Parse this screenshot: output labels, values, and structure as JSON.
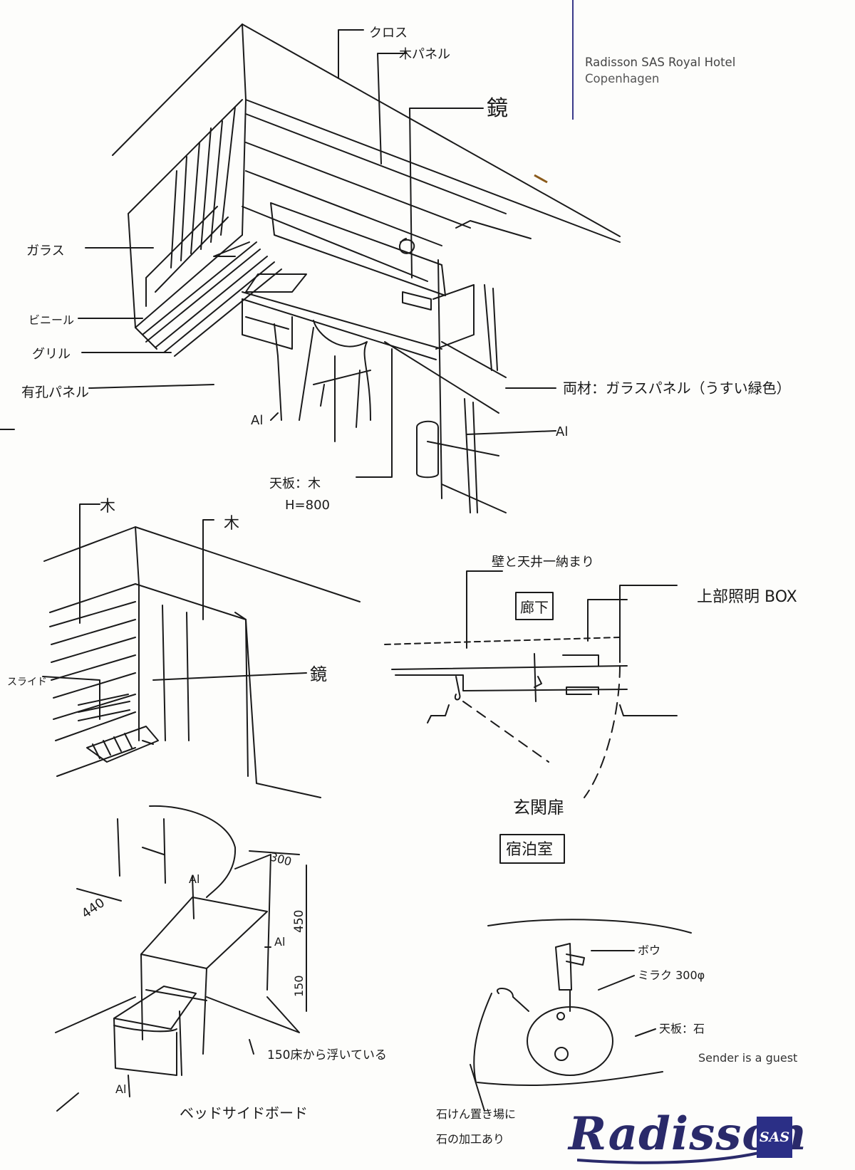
{
  "header": {
    "hotel_name": "Radisson SAS Royal Hotel",
    "city": "Copenhagen"
  },
  "sketch1": {
    "cloth": "クロス",
    "wood_panel": "木パネル",
    "mirror": "鏡",
    "glass": "ガラス",
    "vinyl": "ビニール",
    "grill": "グリル",
    "perforated_panel": "有孔パネル",
    "al_left": "Al",
    "side_glass": "両材：ガラスパネル（うすい緑色）",
    "al_right": "Al",
    "top_wood": "天板：木",
    "height": "H=800"
  },
  "sketch2": {
    "wood_a": "木",
    "wood_b": "木",
    "slide": "スライド",
    "mirror": "鏡"
  },
  "sketch3": {
    "wall_ceiling": "壁と天井一納まり",
    "corridor": "廊下",
    "upper_light": "上部照明 BOX",
    "entrance_door": "玄関扉",
    "guest_room": "宿泊室"
  },
  "sketch4": {
    "dim_width": "440",
    "dim_depth": "300",
    "dim_height": "450",
    "dim_gap": "150",
    "al_top": "Al",
    "al_side": "Al",
    "al_bottom": "Al",
    "float_note": "150床から浮いている",
    "caption": "ベッドサイドボード"
  },
  "sketch5": {
    "faucet": "ボウ",
    "basin": "ミラク 300φ",
    "top_stone": "天板：石",
    "soap_note_1": "石けん置き場に",
    "soap_note_2": "石の加工あり"
  },
  "footer": {
    "sender": "Sender is a guest",
    "logo_word": "Radisson",
    "logo_badge": "SAS"
  }
}
